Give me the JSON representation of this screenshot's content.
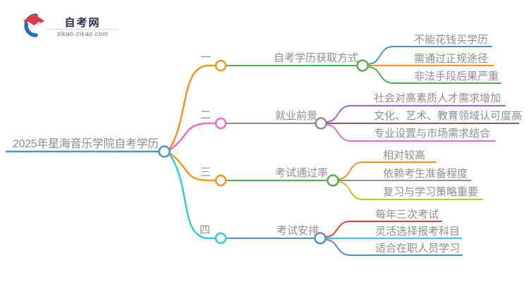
{
  "logo": {
    "title": "自考网",
    "domain": "zikao-zikao.com",
    "icon": "graduation-cap-icon"
  },
  "root": {
    "label": "2025年星海音乐学院自考学历"
  },
  "colors": {
    "blue": "#4A8FD3",
    "orange": "#F7941E",
    "green": "#52AE52",
    "pink": "#ED6BC9",
    "cyan": "#35C9E1",
    "gray": "#8C8C8C",
    "purple": "#9A63D3",
    "maroon": "#A35049",
    "yellow_green": "#BBC332",
    "red": "#E6403A",
    "text_gray": "#8E8E8E",
    "logo_navy": "#1D2E4E",
    "logo_blue": "#2A6DB5",
    "logo_red": "#E23B3B"
  },
  "branches": [
    {
      "numeral": "一",
      "label": "自考学历获取方式",
      "children": [
        {
          "label": "不能花钱买学历"
        },
        {
          "label": "需通过正规途径"
        },
        {
          "label": "非法手段后果严重"
        }
      ]
    },
    {
      "numeral": "二",
      "label": "就业前景",
      "children": [
        {
          "label": "社会对高素质人才需求增加"
        },
        {
          "label": "文化、艺术、教育领域认可度高"
        },
        {
          "label": "专业设置与市场需求结合"
        }
      ]
    },
    {
      "numeral": "三",
      "label": "考试通过率",
      "children": [
        {
          "label": "相对较高"
        },
        {
          "label": "依赖考生准备程度"
        },
        {
          "label": "复习与学习策略重要"
        }
      ]
    },
    {
      "numeral": "四",
      "label": "考试安排",
      "children": [
        {
          "label": "每年三次考试"
        },
        {
          "label": "灵活选择报考科目"
        },
        {
          "label": "适合在职人员学习"
        }
      ]
    }
  ]
}
